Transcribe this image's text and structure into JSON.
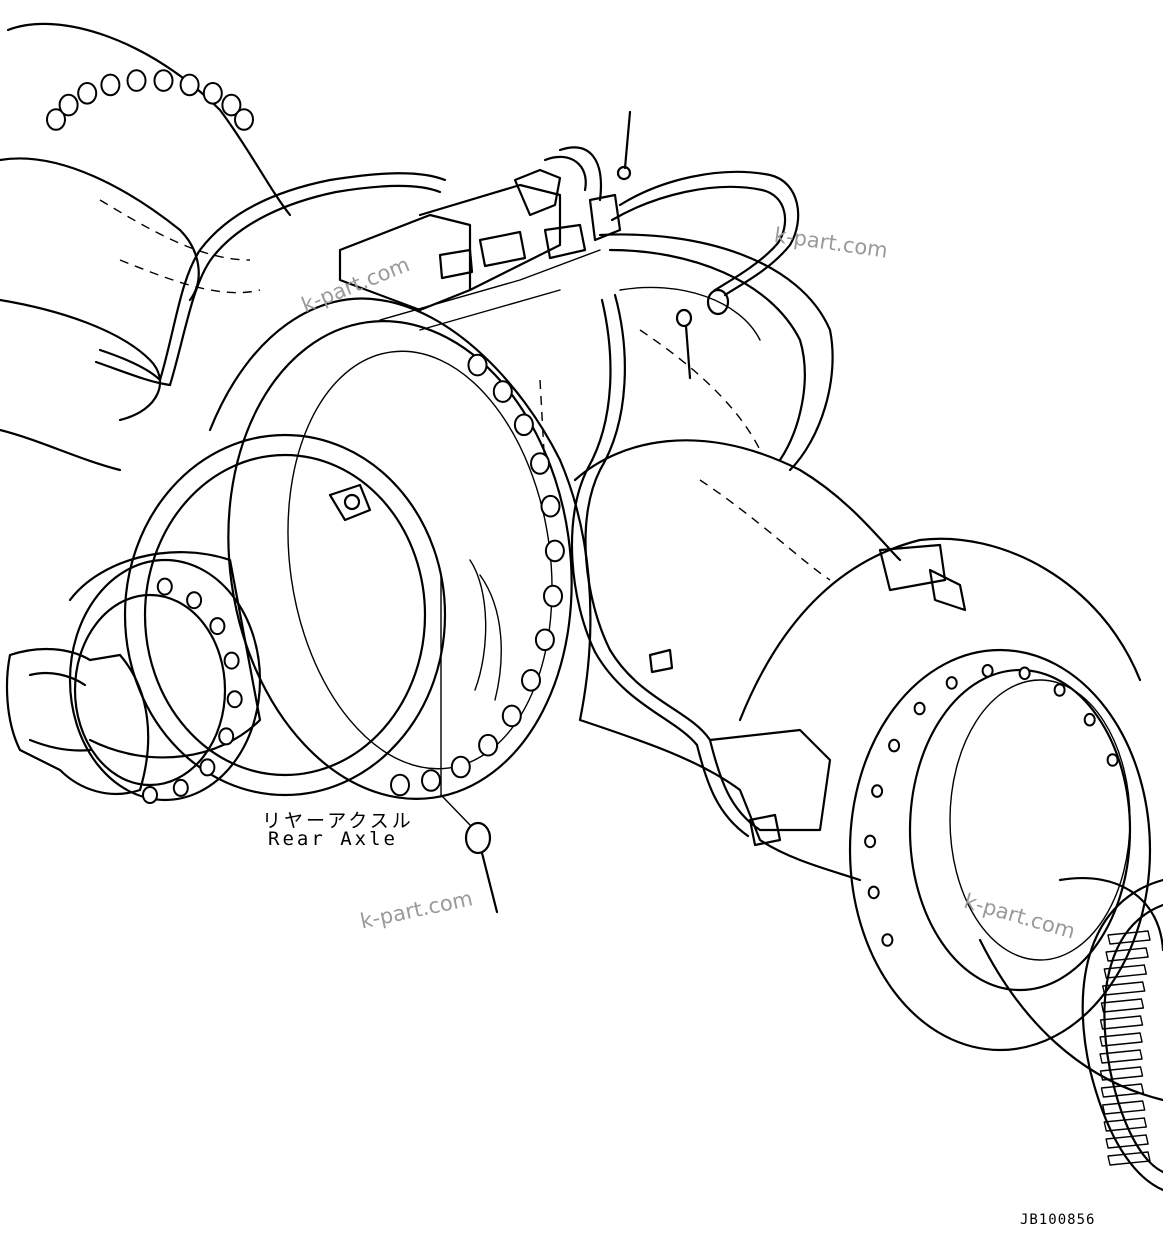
{
  "labels": {
    "part_jp": "リヤーアクスル",
    "part_en": "Rear Axle"
  },
  "drawing_code": "JB100856",
  "watermarks": [
    "k-part.com",
    "k-part.com",
    "k-part.com",
    "k-part.com"
  ],
  "colors": {
    "line": "#000000",
    "background": "#ffffff",
    "watermark": "#9a9a9a"
  }
}
